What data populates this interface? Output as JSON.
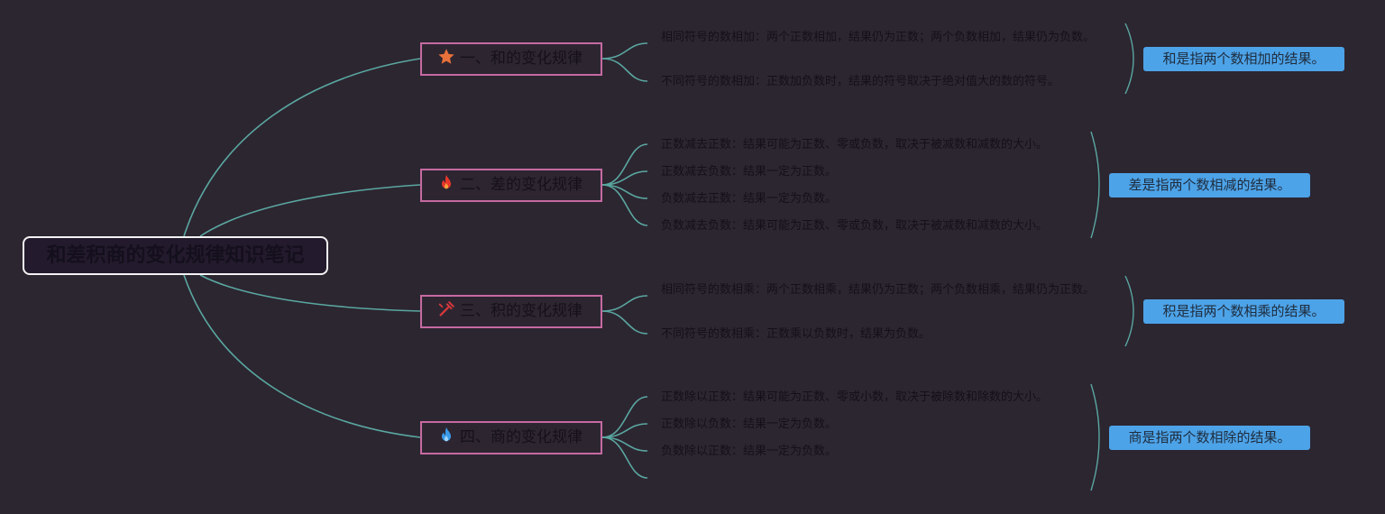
{
  "root": {
    "title": "和差积商的变化规律知识笔记"
  },
  "branches": [
    {
      "label": "一、和的变化规律",
      "icon": "star-icon",
      "icon_color": "#e8703a",
      "leaves": [
        "相同符号的数相加：两个正数相加，结果仍为正数；两个负数相加，结果仍为负数。",
        "不同符号的数相加：正数加负数时，结果的符号取决于绝对值大的数的符号。"
      ],
      "summary": "和是指两个数相加的结果。"
    },
    {
      "label": "二、差的变化规律",
      "icon": "fire-icon",
      "icon_color": "#e8362a",
      "leaves": [
        "正数减去正数：结果可能为正数、零或负数，取决于被减数和减数的大小。",
        "正数减去负数：结果一定为正数。",
        "负数减去正数：结果一定为负数。",
        "负数减去负数：结果可能为正数、零或负数，取决于被减数和减数的大小。"
      ],
      "summary": "差是指两个数相减的结果。"
    },
    {
      "label": "三、积的变化规律",
      "icon": "tools-icon",
      "icon_color": "#d8383c",
      "leaves": [
        "相同符号的数相乘：两个正数相乘，结果仍为正数；两个负数相乘，结果仍为正数。",
        "不同符号的数相乘：正数乘以负数时，结果为负数。"
      ],
      "summary": "积是指两个数相乘的结果。"
    },
    {
      "label": "四、商的变化规律",
      "icon": "flame-icon",
      "icon_color": "#3a9ae8",
      "leaves": [
        "正数除以正数：结果可能为正数、零或小数，取决于被除数和除数的大小。",
        "正数除以负数：结果一定为负数。",
        "负数除以正数：结果一定为负数。"
      ],
      "summary": "商是指两个数相除的结果。"
    }
  ],
  "colors": {
    "background": "#2c2631",
    "connector": "#5aa7a0",
    "branch_border": "#c66aa2",
    "summary_fill": "#4da3e8"
  }
}
